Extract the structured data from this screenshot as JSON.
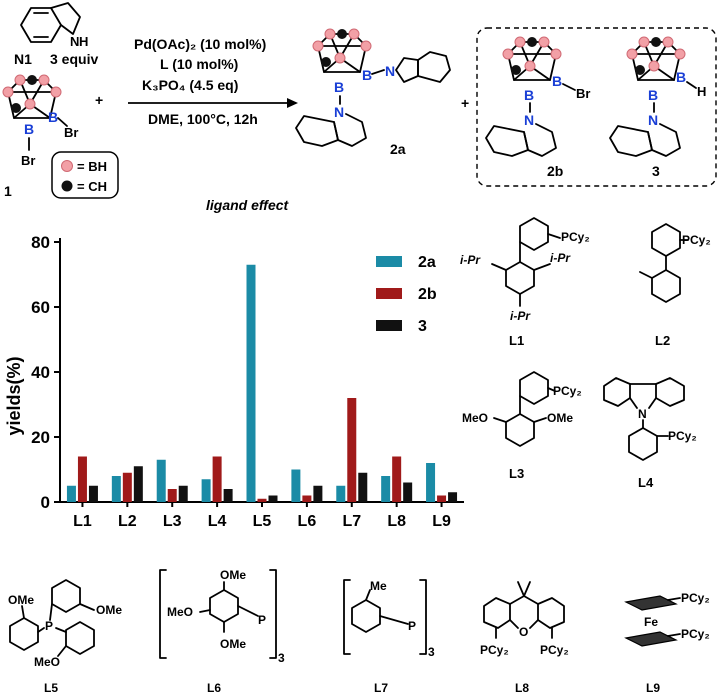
{
  "reaction": {
    "reactant1_label": "N1",
    "reactant1_equiv": "3 equiv",
    "reactant2_label": "1",
    "plus": "+",
    "cond_line1": "Pd(OAc)₂ (10 mol%)",
    "cond_line2": "L (10 mol%)",
    "cond_line3": "K₃PO₄ (4.5 eq)",
    "cond_line4": "DME, 100°C, 12h",
    "product_main": "2a",
    "product_b": "2b",
    "product_c": "3",
    "legend_bh": "= BH",
    "legend_ch": "= CH",
    "atom_b": "B",
    "atom_n": "N",
    "atom_nh": "N",
    "atom_h": "H",
    "atom_h_plain": "H",
    "atom_br": "Br"
  },
  "section_title": "ligand effect",
  "chart_data": {
    "type": "bar",
    "categories": [
      "L1",
      "L2",
      "L3",
      "L4",
      "L5",
      "L6",
      "L7",
      "L8",
      "L9"
    ],
    "series": [
      {
        "name": "2a",
        "color": "#1b8ba6",
        "values": [
          5,
          8,
          13,
          7,
          73,
          10,
          5,
          8,
          12
        ]
      },
      {
        "name": "2b",
        "color": "#a01a1a",
        "values": [
          14,
          9,
          4,
          14,
          1,
          2,
          32,
          14,
          2
        ]
      },
      {
        "name": "3",
        "color": "#111111",
        "values": [
          5,
          11,
          5,
          4,
          2,
          5,
          9,
          6,
          3
        ]
      }
    ],
    "ylabel": "yields(%)",
    "xlabel": "",
    "ylim": [
      0,
      80
    ],
    "yticks": [
      0,
      20,
      40,
      60,
      80
    ],
    "grid": false,
    "legend_position": "top-right"
  },
  "ligands": {
    "L1": {
      "label": "L1",
      "sub1": "PCy₂",
      "sub2": "i-Pr",
      "sub3": "i-Pr",
      "sub4": "i-Pr"
    },
    "L2": {
      "label": "L2",
      "sub1": "PCy₂"
    },
    "L3": {
      "label": "L3",
      "sub1": "PCy₂",
      "sub2": "MeO",
      "sub3": "OMe"
    },
    "L4": {
      "label": "L4",
      "sub1": "PCy₂",
      "atom": "N"
    },
    "L5": {
      "label": "L5",
      "sub1": "OMe",
      "sub2": "OMe",
      "sub3": "MeO",
      "atom": "P"
    },
    "L6": {
      "label": "L6",
      "sub1": "OMe",
      "sub2": "MeO",
      "sub3": "OMe",
      "atom": "P",
      "count": "3"
    },
    "L7": {
      "label": "L7",
      "sub1": "Me",
      "atom": "P",
      "count": "3"
    },
    "L8": {
      "label": "L8",
      "sub1": "PCy₂",
      "sub2": "PCy₂",
      "atom": "O"
    },
    "L9": {
      "label": "L9",
      "sub1": "PCy₂",
      "sub2": "PCy₂",
      "atom": "Fe"
    }
  }
}
